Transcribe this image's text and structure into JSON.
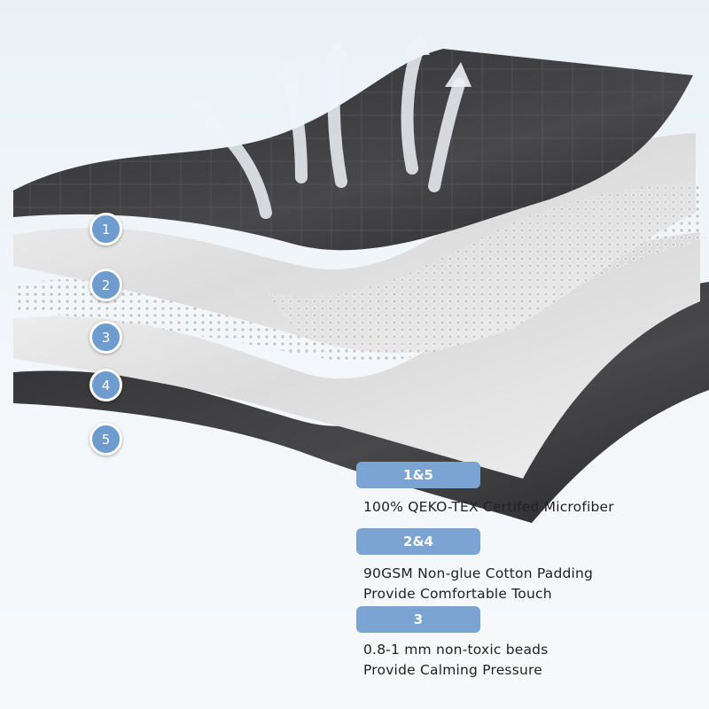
{
  "colors": {
    "dark_layer": "#3d3d3f",
    "white_layer": "#ececec",
    "badge": "#6f9ccf",
    "tag": "#7ca4d3"
  },
  "layers": [
    {
      "number": "1"
    },
    {
      "number": "2"
    },
    {
      "number": "3"
    },
    {
      "number": "4"
    },
    {
      "number": "5"
    }
  ],
  "legend": [
    {
      "tag": "1&5",
      "lines": [
        "100% QEKO-TEX Certifed Microfiber"
      ]
    },
    {
      "tag": "2&4",
      "lines": [
        "90GSM Non-glue Cotton Padding",
        "Provide Comfortable Touch"
      ]
    },
    {
      "tag": "3",
      "lines": [
        "0.8-1 mm non-toxic beads",
        "Provide Calming Pressure"
      ]
    }
  ],
  "icons": [
    "airflow-arrow-icon"
  ]
}
